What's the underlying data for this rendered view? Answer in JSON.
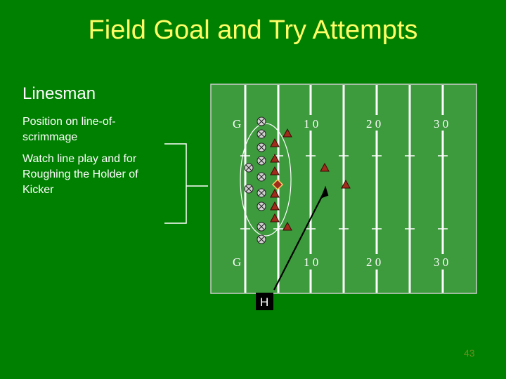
{
  "title": "Field Goal and Try Attempts",
  "heading": "Linesman",
  "bullets": [
    "Position on line-of-scrimmage",
    "Watch line play and for Roughing the Holder of Kicker"
  ],
  "field": {
    "yard_labels": [
      "G",
      "1 0",
      "2 0",
      "3 0"
    ],
    "official_label": "H"
  },
  "page_number": "43",
  "colors": {
    "background": "#008000",
    "field": "#3d9a3d",
    "title": "#ffff66",
    "offense": "#a02c1c",
    "defense": "#d0d0d0"
  }
}
